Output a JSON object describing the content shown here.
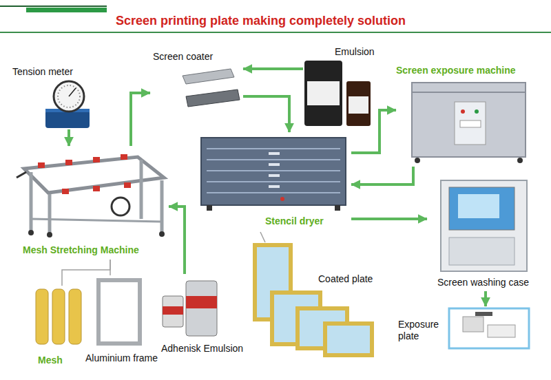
{
  "diagram": {
    "title": "Screen printing plate making completely solution",
    "nodes": [
      {
        "text": [
          "Tension meter"
        ]
      },
      {
        "text": [
          "Screen coater"
        ]
      },
      {
        "text": [
          "Emulsion"
        ]
      },
      {
        "text": [
          "Screen exposure machine"
        ]
      },
      {
        "text": [
          "Mesh Stretching Machine"
        ]
      },
      {
        "text": [
          "Stencil dryer"
        ]
      },
      {
        "text": [
          "Screen washing case"
        ]
      },
      {
        "text": [
          "Coated plate"
        ]
      },
      {
        "text": [
          "Exposure plate"
        ]
      },
      {
        "text": [
          "Mesh"
        ]
      },
      {
        "text": [
          "Aluminium frame"
        ]
      },
      {
        "text": [
          "Adhenisk Emulsion"
        ]
      }
    ],
    "edges": [
      {
        "from": 0,
        "to": 4,
        "arrow": "to"
      },
      {
        "from": 4,
        "to": 1,
        "arrow": "to"
      },
      {
        "from": 2,
        "to": 1,
        "arrow": "to"
      },
      {
        "from": 1,
        "to": 5,
        "arrow": "to"
      },
      {
        "from": 5,
        "to": 3,
        "arrow": "to"
      },
      {
        "from": 3,
        "to": 5,
        "arrow": "to"
      },
      {
        "from": 5,
        "to": 6,
        "arrow": "to"
      },
      {
        "from": 5,
        "to": 7,
        "arrow": "none"
      },
      {
        "from": 6,
        "to": 8,
        "arrow": "to"
      },
      {
        "from": 9,
        "to": 4,
        "arrow": "none"
      },
      {
        "from": 10,
        "to": 4,
        "arrow": "none"
      },
      {
        "from": 11,
        "to": 4,
        "arrow": "to"
      }
    ]
  }
}
